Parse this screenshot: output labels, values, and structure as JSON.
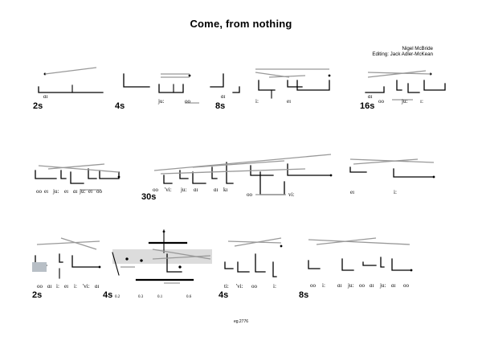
{
  "title": "Come, from nothing",
  "credits": {
    "composer": "Nigel McBride",
    "editing": "Editing: Jack Adler-McKean"
  },
  "footer": "eg.2776",
  "systems": [
    {
      "cells": [
        {
          "duration": "2s",
          "marks": [
            "ɑɪ"
          ]
        },
        {
          "duration": "4s",
          "marks": [
            "ju:",
            "oo"
          ]
        },
        {
          "duration": "8s",
          "marks": [
            "ɑɪ",
            "i:",
            "eɪ"
          ]
        },
        {
          "duration": "16s",
          "marks": [
            "ɑɪ",
            "oo",
            "ju:",
            "ɪ:"
          ]
        }
      ]
    },
    {
      "cells": [
        {
          "duration": "",
          "marks": [
            "oo",
            "eɪ",
            "ju:",
            "eɪ",
            "ɑɪ",
            "ju:",
            "eɪ",
            "oo"
          ]
        },
        {
          "duration": "30s",
          "marks": [
            "oo",
            "'vi:",
            "ju:",
            "ɑɪ",
            "ɑɪ",
            "kɪ",
            "oo",
            "vi:"
          ]
        },
        {
          "duration": "",
          "marks": [
            "eɪ",
            "i:"
          ]
        }
      ]
    },
    {
      "cells": [
        {
          "duration": "2s",
          "marks": [
            "oo",
            "ɑɪ",
            "i:",
            "eɪ",
            "i:",
            "'vi:",
            "ɑɪ"
          ]
        },
        {
          "duration": "4s",
          "marks": [
            "0.2",
            "0.3",
            "0.1",
            "0.6"
          ]
        },
        {
          "duration": "4s",
          "marks": [
            "ti:",
            "'vi:",
            "oo",
            "i:"
          ]
        },
        {
          "duration": "8s",
          "marks": [
            "oo",
            "i:",
            "ɑɪ",
            "ju:",
            "oo",
            "ɑɪ",
            "ju:",
            "ɑɪ",
            "oo"
          ]
        }
      ]
    }
  ]
}
